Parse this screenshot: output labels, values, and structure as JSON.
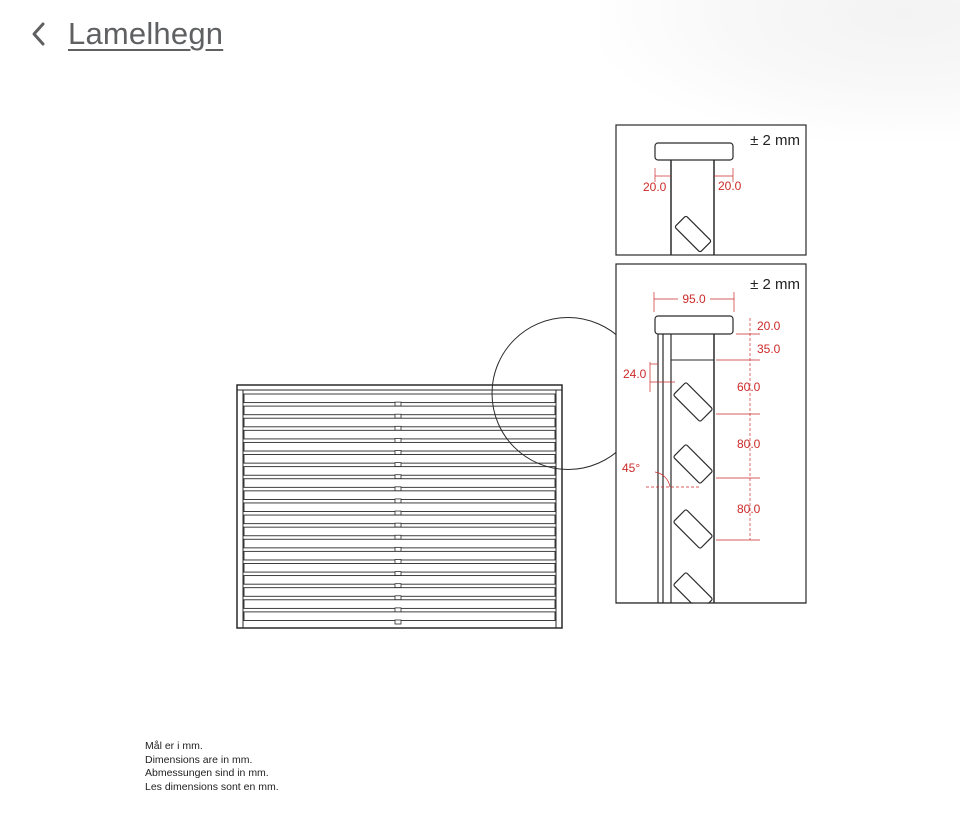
{
  "header": {
    "back_label": "Lamelhegn",
    "back_icon": "chevron-left-icon"
  },
  "detail_top": {
    "tolerance": "± 2 mm",
    "dim_left": "20.0",
    "dim_right": "20.0"
  },
  "detail_bottom": {
    "tolerance": "± 2 mm",
    "cap_width": "95.0",
    "dim_cap": "20.0",
    "dim_gap": "35.0",
    "dim_post": "24.0",
    "dim_spacing_1": "60.0",
    "dim_spacing_2": "80.0",
    "dim_spacing_3": "80.0",
    "angle": "45°"
  },
  "notes": [
    "Mål er i mm.",
    "Dimensions are in mm.",
    "Abmessungen sind in mm.",
    "Les dimensions sont en mm."
  ],
  "colors": {
    "dimension": "#cc2a2a",
    "line": "#2a2a2a",
    "link": "#5f6062"
  }
}
